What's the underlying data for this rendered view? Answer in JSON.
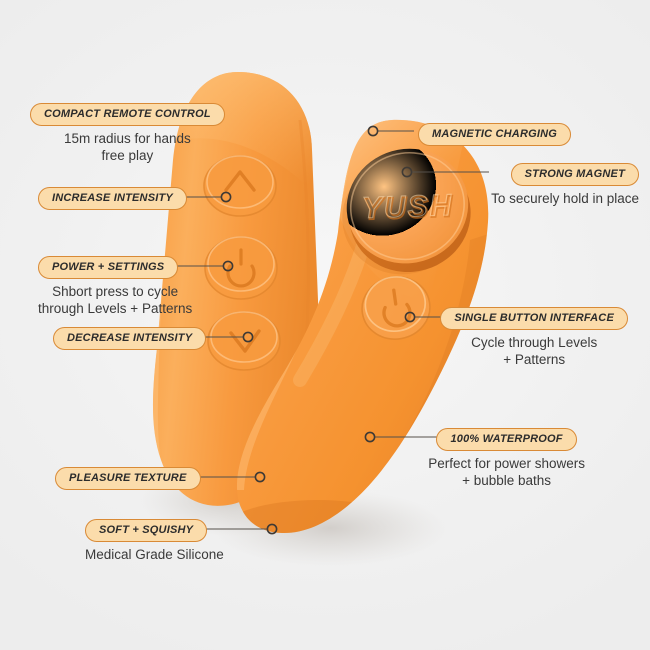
{
  "background_color": "#f2f2f2",
  "palette": {
    "product_orange": "#F79B41",
    "product_orange_light": "#FBB463",
    "product_orange_dark": "#E3802A",
    "pill_fill": "#FBDCAB",
    "pill_border": "#D98A36",
    "leader_line": "#5a5550",
    "text_dark": "#2c2c2c",
    "text_sub": "#3a3a3a"
  },
  "product": {
    "remote": {
      "name": "compact-remote-control",
      "buttons": [
        {
          "name": "increase-intensity-button",
          "icon": "chevron-up-icon"
        },
        {
          "name": "power-settings-button",
          "icon": "power-icon"
        },
        {
          "name": "decrease-intensity-button",
          "icon": "chevron-down-icon"
        }
      ]
    },
    "main_unit": {
      "name": "main-massager-body",
      "magnet_cap_logo": "YUSH",
      "button": {
        "name": "single-interface-button",
        "icon": "power-icon"
      }
    }
  },
  "callouts": {
    "compact_remote": {
      "label": "COMPACT REMOTE CONTROL",
      "sub": "15m radius for hands\nfree play"
    },
    "increase_intensity": {
      "label": "INCREASE INTENSITY",
      "sub": ""
    },
    "power_settings": {
      "label": "POWER + SETTINGS",
      "sub": "Shbort press to cycle\nthrough Levels + Patterns"
    },
    "decrease_intensity": {
      "label": "DECREASE INTENSITY",
      "sub": ""
    },
    "pleasure_texture": {
      "label": "PLEASURE TEXTURE",
      "sub": ""
    },
    "soft_squishy": {
      "label": "SOFT + SQUISHY",
      "sub": "Medical Grade Silicone"
    },
    "magnetic_charging": {
      "label": "MAGNETIC CHARGING",
      "sub": ""
    },
    "strong_magnet": {
      "label": "STRONG MAGNET",
      "sub": "To securely hold in place"
    },
    "single_button_interface": {
      "label": "SINGLE BUTTON INTERFACE",
      "sub": "Cycle through Levels\n+ Patterns"
    },
    "waterproof": {
      "label": "100% WATERPROOF",
      "sub": "Perfect for power showers\n+ bubble baths"
    }
  }
}
